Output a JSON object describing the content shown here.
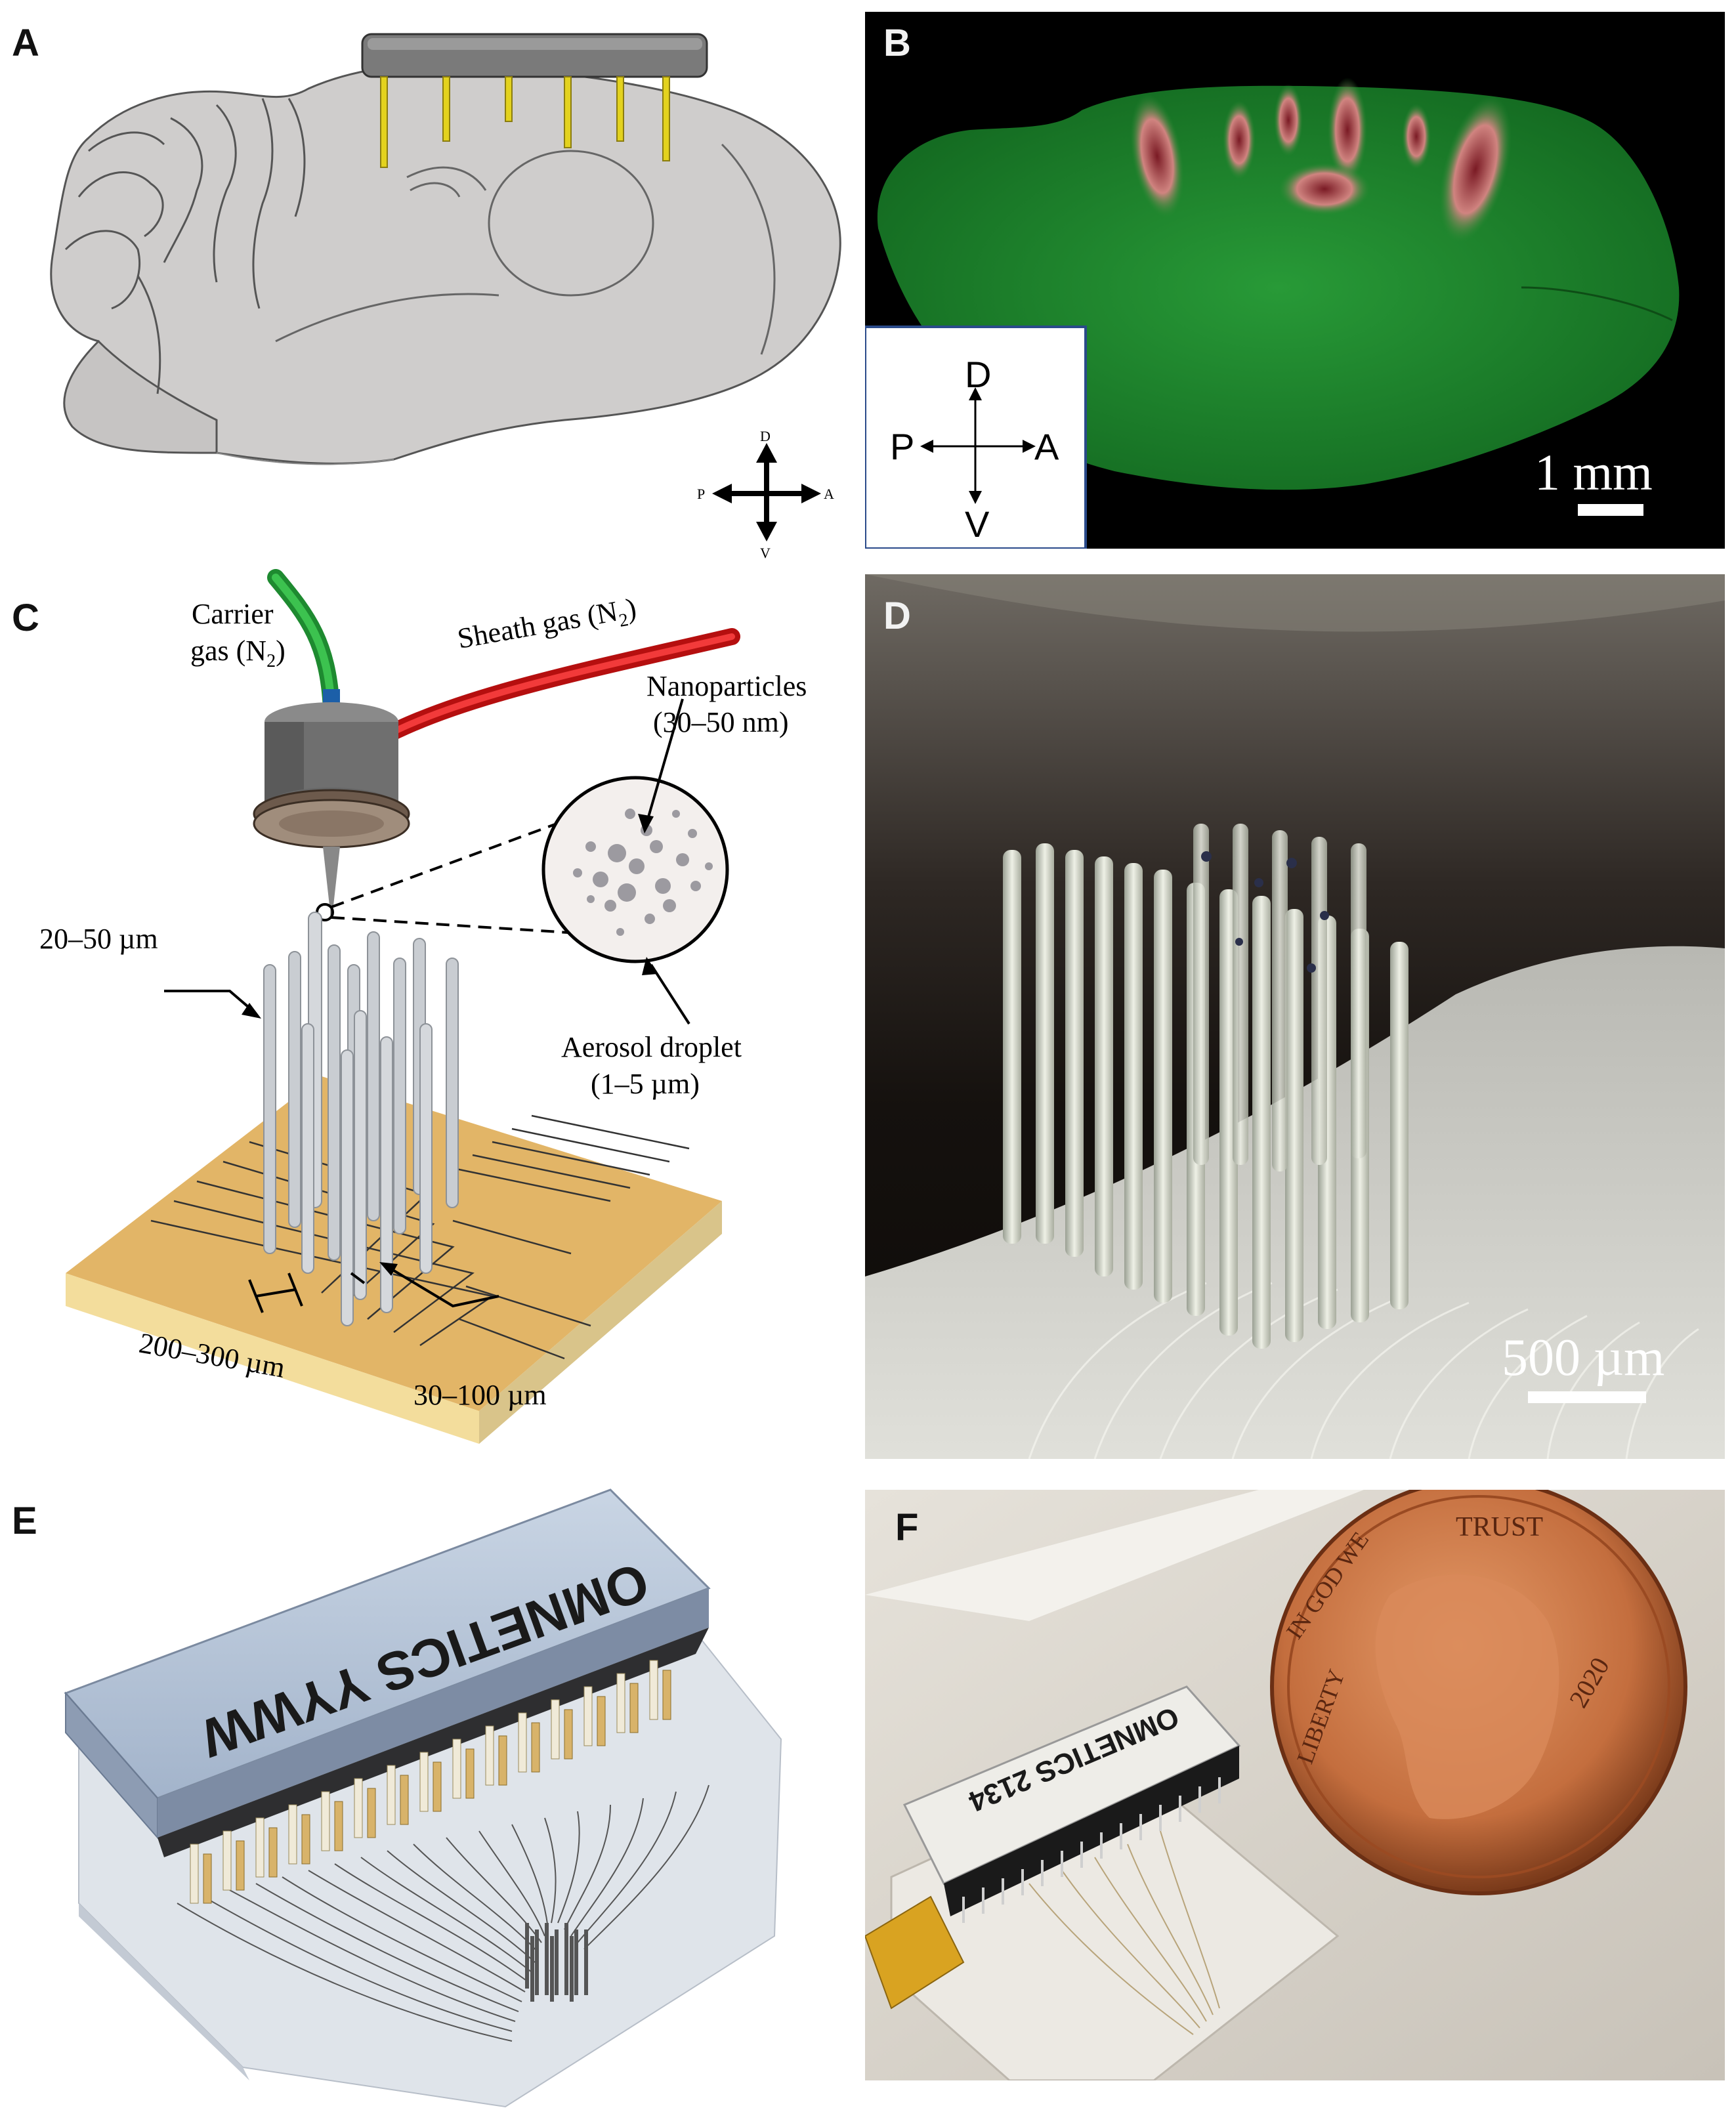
{
  "panels": {
    "A": {
      "label": "A",
      "orientation": {
        "d": "D",
        "v": "V",
        "p": "P",
        "a": "A"
      }
    },
    "B": {
      "label": "B",
      "compass": {
        "d": "D",
        "v": "V",
        "p": "P",
        "a": "A"
      },
      "scale_bar": "1 mm"
    },
    "C": {
      "label": "C",
      "carrier_gas": [
        "Carrier",
        "gas (N",
        "2",
        ")"
      ],
      "sheath_gas": [
        "Sheath gas (N",
        "2",
        ")"
      ],
      "nanoparticles": [
        "Nanoparticles",
        "(30–50 nm)"
      ],
      "aerosol": [
        "Aerosol droplet",
        "(1–5 µm)"
      ],
      "tip_diameter": "20–50 µm",
      "pitch": "200–300 µm",
      "trace_width": "30–100 µm"
    },
    "D": {
      "label": "D",
      "scale_bar": "500 µm"
    },
    "E": {
      "label": "E",
      "connector_text": "OMNETICS YYWW"
    },
    "F": {
      "label": "F",
      "connector_text": "OMNETICS 2134",
      "coin_trust": "TRUST",
      "coin_we": "IN GOD WE",
      "coin_liberty": "LIBERTY",
      "coin_year": "2020"
    }
  },
  "colors": {
    "brain_gray": "#c9c7c6",
    "electrode_yellow": "#e3d21e",
    "fluor_green": "#1f8a2f",
    "lesion_red": "#c46a6a",
    "substrate_gold": "#e0b463",
    "carrier_tube": "#2aa33c",
    "sheath_tube": "#e31b1b",
    "connector_blue": "#b9c8dc",
    "pin_gold": "#d8b36a",
    "penny_copper": "#c46e3e"
  }
}
